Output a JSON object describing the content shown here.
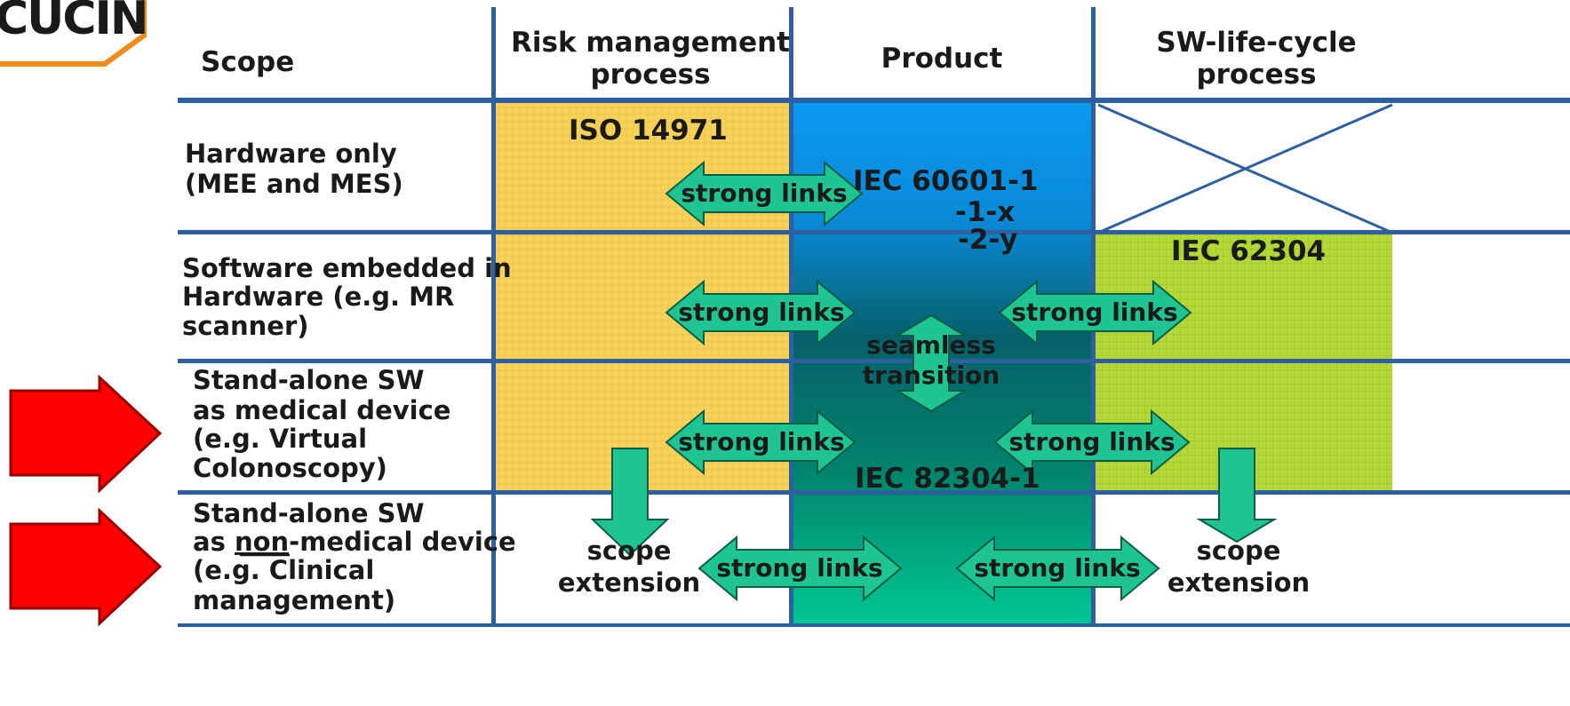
{
  "logo": {
    "text": "CUCIN"
  },
  "header": {
    "scope": "Scope",
    "risk_line1": "Risk management",
    "risk_line2": "process",
    "product": "Product",
    "sw_line1": "SW-life-cycle",
    "sw_line2": "process"
  },
  "rows": {
    "hardware": {
      "line1": "Hardware only",
      "line2": "(MEE and MES)"
    },
    "embedded": {
      "line1": "Software embedded in",
      "line2": "Hardware (e.g. MR",
      "line3": "scanner)"
    },
    "standalone_medical": {
      "line1": "Stand-alone SW",
      "line2": "as medical device",
      "line3": "(e.g. Virtual",
      "line4": "Colonoscopy)"
    },
    "standalone_nonmedical": {
      "line1": "Stand-alone SW",
      "line2_prefix": "as ",
      "line2_underlined": "non",
      "line2_suffix": "-medical device",
      "line3": "(e.g. Clinical",
      "line4": "management)"
    }
  },
  "standards": {
    "iso14971": "ISO 14971",
    "iec60601_1": "IEC 60601-1",
    "iec60601_1x": "-1-x",
    "iec60601_2y": "-2-y",
    "iec62304": "IEC 62304",
    "iec82304": "IEC 82304-1"
  },
  "arrows": {
    "strong_links": "strong links",
    "seamless": "seamless",
    "transition": "transition",
    "scope": "scope",
    "extension": "extension"
  },
  "colors": {
    "risk_yellow": "#f7d25a",
    "sw_green": "#b4d838",
    "product_top": "#0a99f0",
    "product_mid": "#06606a",
    "product_bottom": "#00c893",
    "grid_blue": "#2e5fa0",
    "arrow_fill": "#1ec591",
    "red_arrow": "#ff0000",
    "logo_orange": "#f08a18"
  }
}
